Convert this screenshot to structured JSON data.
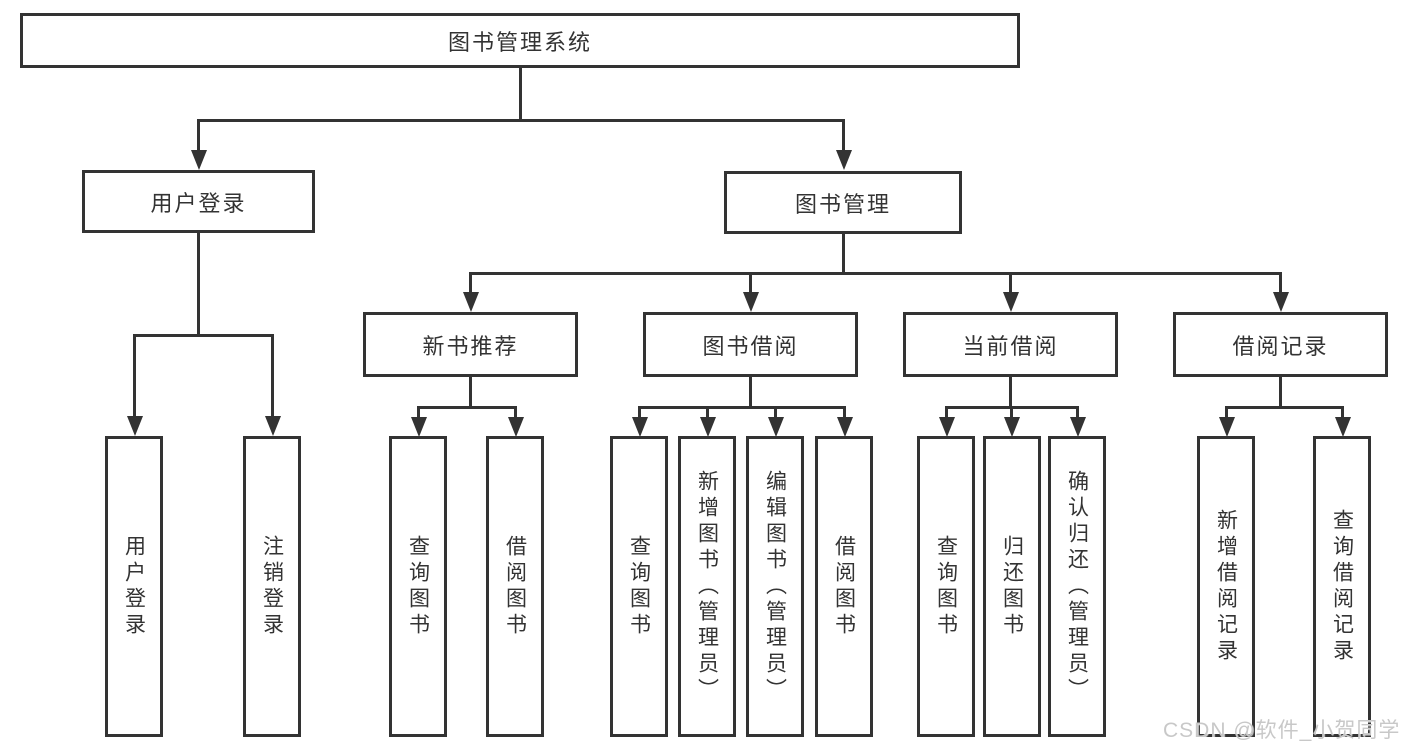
{
  "colors": {
    "line": "#333333",
    "text": "#333333",
    "bg": "#ffffff",
    "watermark": "#c8c8c8"
  },
  "diagram": {
    "root": {
      "label": "图书管理系统"
    },
    "level2": [
      {
        "label": "用户登录"
      },
      {
        "label": "图书管理"
      }
    ],
    "level3": [
      {
        "label": "新书推荐"
      },
      {
        "label": "图书借阅"
      },
      {
        "label": "当前借阅"
      },
      {
        "label": "借阅记录"
      }
    ],
    "leaves": {
      "login": [
        "用户登录",
        "注销登录"
      ],
      "recommend": [
        "查询图书",
        "借阅图书"
      ],
      "borrow": [
        "查询图书",
        "新增图书（管理员）",
        "编辑图书（管理员）",
        "借阅图书"
      ],
      "current": [
        "查询图书",
        "归还图书",
        "确认归还（管理员）"
      ],
      "records": [
        "新增借阅记录",
        "查询借阅记录"
      ]
    }
  },
  "watermark": {
    "text": "CSDN @软件_小贺同学"
  }
}
